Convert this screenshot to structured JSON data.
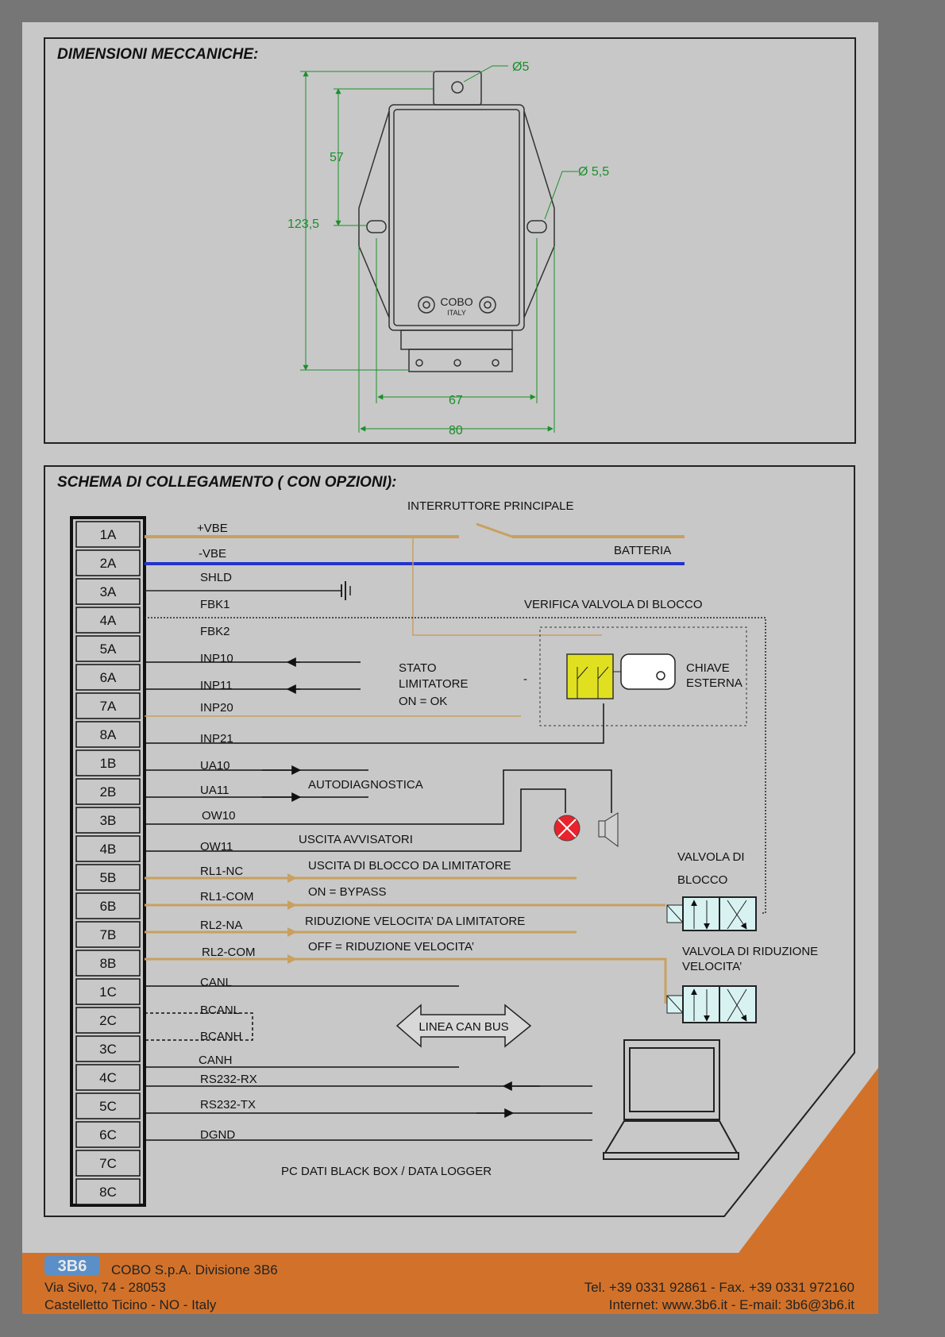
{
  "mechanical": {
    "title": "DIMENSIONI MECCANICHE:",
    "dims": {
      "hole_top": "Ø5",
      "hole_side": "Ø 5,5",
      "h57": "57",
      "h123": "123,5",
      "w67": "67",
      "w80": "80"
    },
    "brand_logo": "COBO",
    "brand_sub": "ITALY"
  },
  "schema": {
    "title": "SCHEMA DI COLLEGAMENTO ( CON OPZIONI):",
    "pins": [
      "1A",
      "2A",
      "3A",
      "4A",
      "5A",
      "6A",
      "7A",
      "8A",
      "1B",
      "2B",
      "3B",
      "4B",
      "5B",
      "6B",
      "7B",
      "8B",
      "1C",
      "2C",
      "3C",
      "4C",
      "5C",
      "6C",
      "7C",
      "8C"
    ],
    "signals": {
      "vbe_pos": "+VBE",
      "vbe_neg": "-VBE",
      "shld": "SHLD",
      "fbk1": "FBK1",
      "fbk2": "FBK2",
      "inp10": "INP10",
      "inp11": "INP11",
      "inp20": "INP20",
      "inp21": "INP21",
      "ua10": "UA10",
      "ua11": "UA11",
      "ow10": "OW10",
      "ow11": "OW11",
      "rl1_nc": "RL1-NC",
      "rl1_com": "RL1-COM",
      "rl2_na": "RL2-NA",
      "rl2_com": "RL2-COM",
      "canl": "CANL",
      "bcanl": "BCANL",
      "bcanh": "BCANH",
      "canh": "CANH",
      "rs232_rx": "RS232-RX",
      "rs232_tx": "RS232-TX",
      "dgnd": "DGND"
    },
    "labels": {
      "main_switch": "INTERRUTTORE PRINCIPALE",
      "battery": "BATTERIA",
      "valve_check": "VERIFICA VALVOLA DI BLOCCO",
      "stato": "STATO",
      "limitatore": "LIMITATORE",
      "on_ok": "ON = OK",
      "dash": "-",
      "key_1": "CHIAVE",
      "key_2": "ESTERNA",
      "autodiag": "AUTODIAGNOSTICA",
      "uscita_avv": "USCITA AVVISATORI",
      "uscita_blocco": "USCITA DI BLOCCO DA LIMITATORE",
      "on_bypass": "ON = BYPASS",
      "riduzione": "RIDUZIONE VELOCITA’ DA LIMITATORE",
      "off_riduzione": "OFF = RIDUZIONE VELOCITA’",
      "valve_block_1": "VALVOLA DI",
      "valve_block_2": "BLOCCO",
      "valve_red_1": "VALVOLA DI RIDUZIONE",
      "valve_red_2": "VELOCITA’",
      "can_bus": "LINEA  CAN BUS",
      "pc": "PC DATI BLACK BOX / DATA LOGGER"
    }
  },
  "footer": {
    "logo": "3B6",
    "company": "COBO S.p.A. Divisione 3B6",
    "address": "Via Sivo, 74 - 28053",
    "city": "Castelletto Ticino - NO - Italy",
    "phone": "Tel. +39 0331 92861 - Fax. +39 0331 972160",
    "web": "Internet: www.3b6.it - E-mail: 3b6@3b6.it"
  },
  "colors": {
    "page": "#c8c8c8",
    "orange": "#d2722a",
    "wire_pos": "#c8a060",
    "wire_neg": "#2233cc",
    "green_dim": "#1a8f2a",
    "valve": "#d8f2f2",
    "key": "#e0e020"
  }
}
